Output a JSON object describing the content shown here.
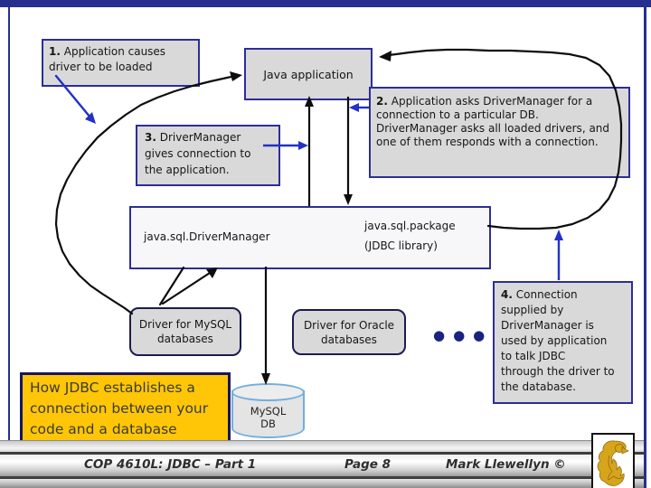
{
  "notes": {
    "n1": {
      "num": "1.",
      "lines": [
        "Application causes",
        "driver to be loaded"
      ]
    },
    "n2": {
      "num": "2.",
      "lines": [
        "Application asks DriverManager for a",
        "connection to a particular DB.",
        "DriverManager asks all loaded drivers, and",
        "one of them responds with a connection."
      ]
    },
    "n3": {
      "num": "3.",
      "lines": [
        "DriverManager",
        "gives connection to",
        "the application."
      ]
    },
    "n4": {
      "num": "4.",
      "lines": [
        "Connection",
        "supplied by",
        "DriverManager is",
        "used by application",
        "to talk JDBC",
        "through the driver to",
        "the database."
      ]
    }
  },
  "boxes": {
    "java_application": "Java application",
    "driver_manager": "java.sql.DriverManager",
    "package_line1": "java.sql.package",
    "package_line2": "(JDBC library)",
    "mysql_driver": {
      "lines": [
        "Driver for MySQL",
        "databases"
      ]
    },
    "oracle_driver": {
      "lines": [
        "Driver for Oracle",
        "databases"
      ]
    },
    "more_drivers_dots": "●●●",
    "database": {
      "lines": [
        "MySQL",
        "DB"
      ]
    }
  },
  "caption": {
    "lines": [
      "How JDBC establishes a",
      "connection between your",
      "code and a database"
    ]
  },
  "footer": {
    "course": "COP 4610L: JDBC – Part 1",
    "page": "Page 8",
    "author": "Mark Llewellyn ©",
    "logo_icon": "ucf-pegasus-logo"
  },
  "colors": {
    "slide_border_navy": "#272f8e",
    "box_border_navy": "#2d2d99",
    "box_fill_gray": "#d9d9d9",
    "driver_box_border": "#1b1b55",
    "caption_yellow": "#fec607",
    "caption_border": "#151560",
    "blue_arrow": "#2231c8",
    "black_line": "#0d0d0d",
    "cylinder_blue": "#72aede",
    "logo_gold": "#d6a51c"
  }
}
